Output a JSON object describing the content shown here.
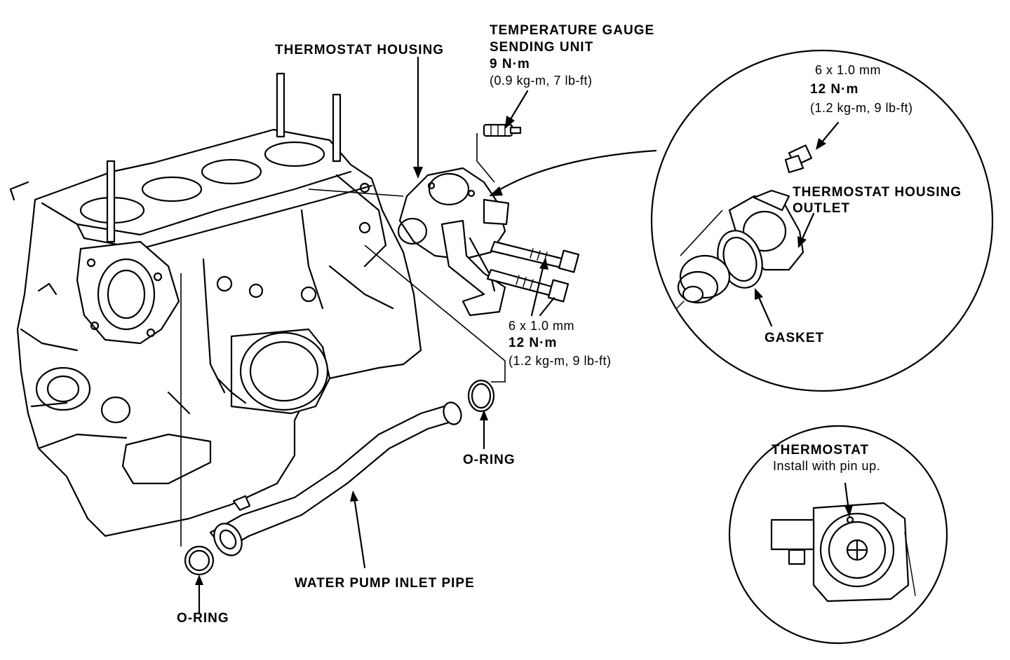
{
  "labels": {
    "thermostat_housing": "THERMOSTAT HOUSING",
    "temp_gauge_line1": "TEMPERATURE GAUGE",
    "temp_gauge_line2": "SENDING UNIT",
    "temp_gauge_torque1": "9 N·m",
    "temp_gauge_torque2": "(0.9 kg-m, 7 lb-ft)",
    "bolt_top_size": "6 x 1.0 mm",
    "bolt_top_torque1": "12 N·m",
    "bolt_top_torque2": "(1.2 kg-m, 9 lb-ft)",
    "outlet_line1": "THERMOSTAT HOUSING",
    "outlet_line2": "OUTLET",
    "gasket": "GASKET",
    "bolt_mid_size": "6 x 1.0 mm",
    "bolt_mid_torque1": "12 N·m",
    "bolt_mid_torque2": "(1.2 kg-m, 9 lb-ft)",
    "oring_right": "O-RING",
    "oring_left": "O-RING",
    "water_pump_inlet_pipe": "WATER PUMP INLET PIPE",
    "thermostat_title": "THERMOSTAT",
    "thermostat_note": "Install with pin up."
  }
}
